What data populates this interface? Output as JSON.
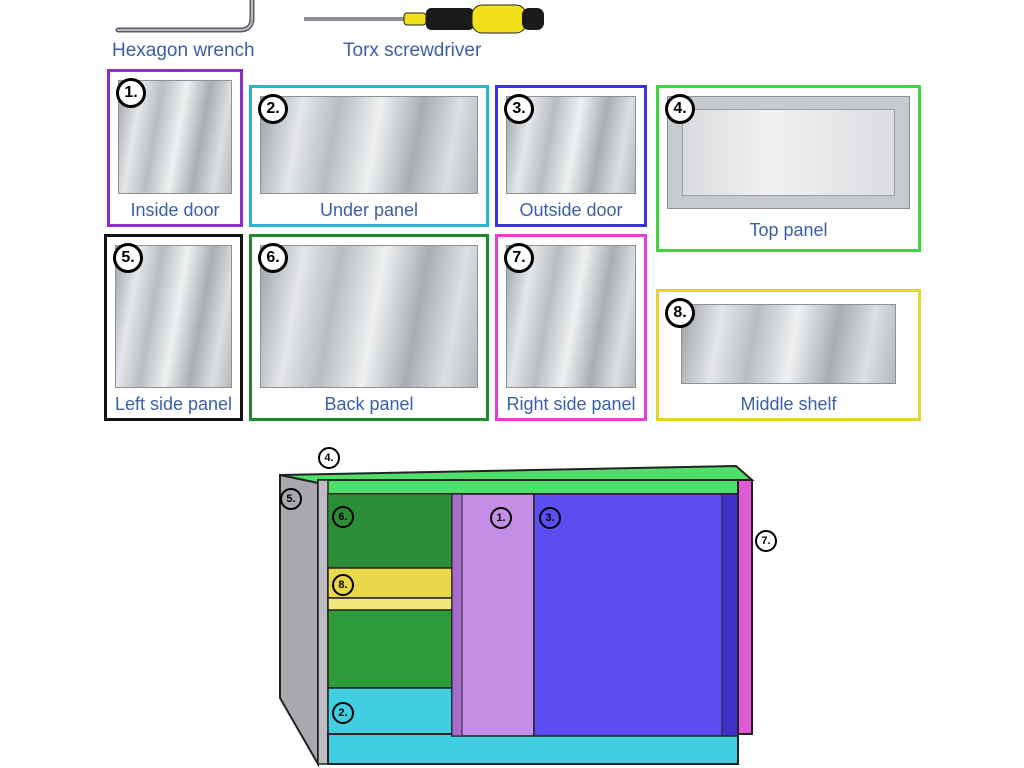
{
  "tools": [
    {
      "label": "Hexagon wrench"
    },
    {
      "label": "Torx screwdriver"
    }
  ],
  "parts": [
    {
      "number": "1.",
      "name": "Inside door",
      "frame_color": "#8e2fc8"
    },
    {
      "number": "2.",
      "name": "Under panel",
      "frame_color": "#2bb3c9"
    },
    {
      "number": "3.",
      "name": "Outside door",
      "frame_color": "#3b34d6"
    },
    {
      "number": "4.",
      "name": "Top panel",
      "frame_color": "#3fd63f"
    },
    {
      "number": "5.",
      "name": "Left side panel",
      "frame_color": "#111111"
    },
    {
      "number": "6.",
      "name": "Back panel",
      "frame_color": "#1f8a2a"
    },
    {
      "number": "7.",
      "name": "Right side panel",
      "frame_color": "#e040d8"
    },
    {
      "number": "8.",
      "name": "Middle shelf",
      "frame_color": "#e5d42a"
    }
  ],
  "diagram": {
    "tags": [
      "4.",
      "5.",
      "6.",
      "8.",
      "1.",
      "3.",
      "7.",
      "2."
    ],
    "colors": {
      "top": "#4ee06a",
      "left_side": "#a9a8ae",
      "back": "#2f9a3a",
      "shelf": "#e8d84a",
      "inside_door": "#c58ee6",
      "outside_door": "#5b4df0",
      "right_side": "#e05ad6",
      "under": "#3fcfe0"
    }
  }
}
